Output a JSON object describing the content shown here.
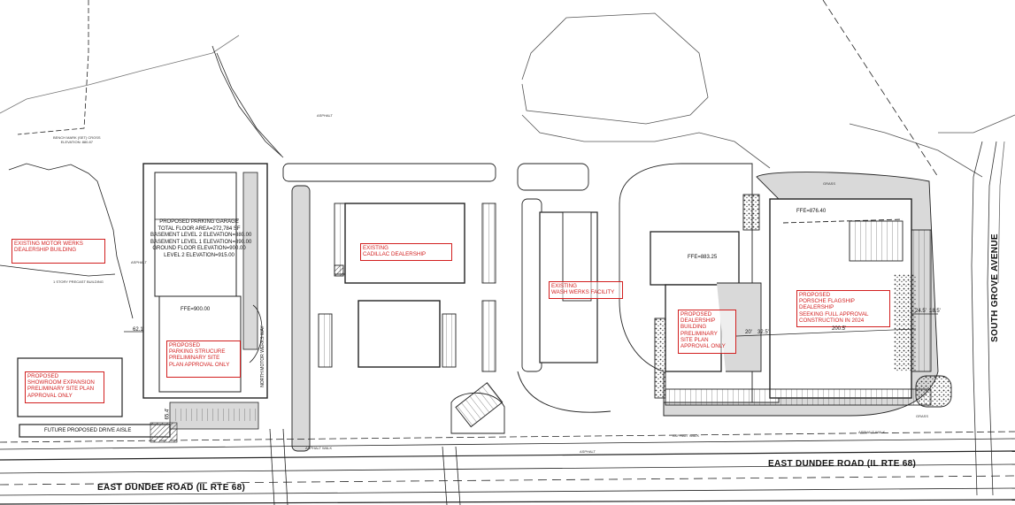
{
  "roads": {
    "east_dundee_left": "EAST DUNDEE ROAD (IL RTE 68)",
    "east_dundee_right": "EAST DUNDEE ROAD (IL RTE 68)",
    "south_grove": "SOUTH GROVE AVENUE",
    "north_motor_werks": "NORTH MOTOR WERKS WAY",
    "future_drive": "FUTURE PROPOSED DRIVE AISLE"
  },
  "callouts": {
    "motor_werks": [
      "EXISTING MOTOR WERKS",
      "DEALERSHIP BUILDING"
    ],
    "cadillac": [
      "EXISTING",
      "CADILLAC DEALERSHIP"
    ],
    "wash_werks": [
      "EXISTING",
      "WASH WERKS FACILITY"
    ],
    "porsche": [
      "PROPOSED",
      "PORSCHE FLAGSHIP",
      "DEALERSHIP",
      "SEEKING FULL APPROVAL",
      "CONSTRUCTION IN 2024"
    ],
    "dealership": [
      "PROPOSED",
      "DEALERSHIP",
      "BUILDING",
      "PRELIMINARY",
      "SITE PLAN",
      "APPROVAL ONLY"
    ],
    "parking_structure": [
      "PROPOSED",
      "PARKING STRUCURE",
      "PRELIMINARY SITE",
      "PLAN APPROVAL ONLY"
    ],
    "showroom": [
      "PROPOSED",
      "SHOWROOM EXPANSION",
      "PRELIMINARY SITE PLAN",
      "APPROVAL ONLY"
    ]
  },
  "garage_notes": [
    "PROPOSED PARKING GARAGE",
    "TOTAL FLOOR AREA=272,784 SF",
    "BASEMENT LEVEL 2 ELEVATION=880.00",
    "BASEMENT LEVEL 1 ELEVATION=890.00",
    "GROUND FLOOR ELEVATION=900.00",
    "LEVEL 2 ELEVATION=915.00"
  ],
  "ffe": {
    "garage": "FFE=900.00",
    "dealership": "FFE=883.25",
    "porsche": "FFE=876.40"
  },
  "misc": {
    "benchmark": [
      "BENCH MARK (SET) CROSS",
      "ELEVATION: 880.87"
    ],
    "precast": "1 STORY PRECAST BUILDING",
    "asphalt": "ASPHALT",
    "asphalt_walk": "ASPHALT WALK",
    "grass": "GRASS"
  },
  "dimensions": {
    "d1": "20'",
    "d2": "32.5'",
    "d3": "200.5'",
    "d4": "24.5'",
    "d5": "18.5'",
    "d6": "62.1'",
    "d7": "65.4'"
  },
  "colors": {
    "line": "#222222",
    "callout": "#d21f1f",
    "pavement": "#d9d9d9"
  }
}
